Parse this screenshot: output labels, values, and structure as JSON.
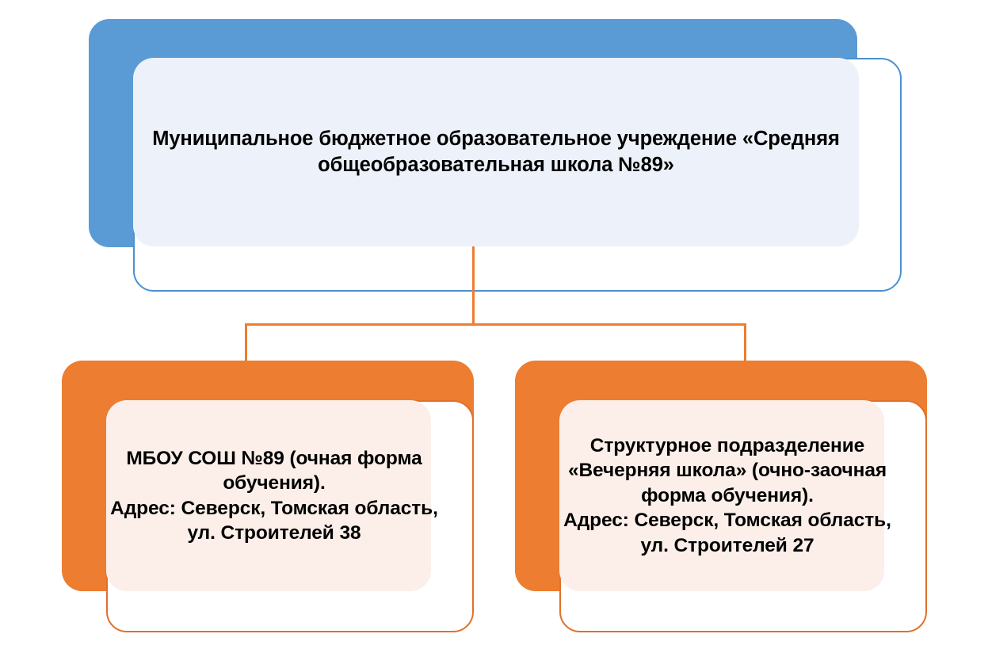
{
  "diagram": {
    "type": "organizational-hierarchy",
    "orientation": "top-down",
    "colors": {
      "primary_blue": "#5B9BD5",
      "blue_outline": "#4A90CF",
      "blue_tint": "#EDF2FA",
      "primary_orange": "#ED7D31",
      "orange_outline": "#E1702A",
      "orange_tint": "#FCEFE9",
      "connector": "#ED7D31",
      "text": "#000000",
      "background": "#FFFFFF"
    },
    "root": {
      "id": "root-node",
      "text": "Муниципальное бюджетное образовательное учреждение «Средняя общеобразовательная школа №89»",
      "lines": [
        "Муниципальное бюджетное образовательное учреждение",
        "«Средняя общеобразовательная школа №89»"
      ],
      "accent": "#5B9BD5"
    },
    "children": [
      {
        "id": "child-node-left",
        "text": "МБОУ СОШ №89 (очная форма обучения).\nАдрес: Северск, Томская область, ул. Строителей 38",
        "lines": [
          "МБОУ СОШ №89 (очная",
          "форма обучения).",
          "Адрес: Северск, Томская",
          "область, ул. Строителей 38"
        ],
        "accent": "#ED7D31"
      },
      {
        "id": "child-node-right",
        "text": "Структурное подразделение «Вечерняя школа» (очно-заочная форма обучения).\nАдрес: Северск, Томская область,  ул. Строителей 27",
        "lines": [
          "Структурное",
          "подразделение «Вечерняя",
          "школа» (очно-заочная",
          "форма обучения).",
          "Адрес: Северск, Томская",
          "область,  ул. Строителей 27"
        ],
        "accent": "#ED7D31"
      }
    ]
  }
}
